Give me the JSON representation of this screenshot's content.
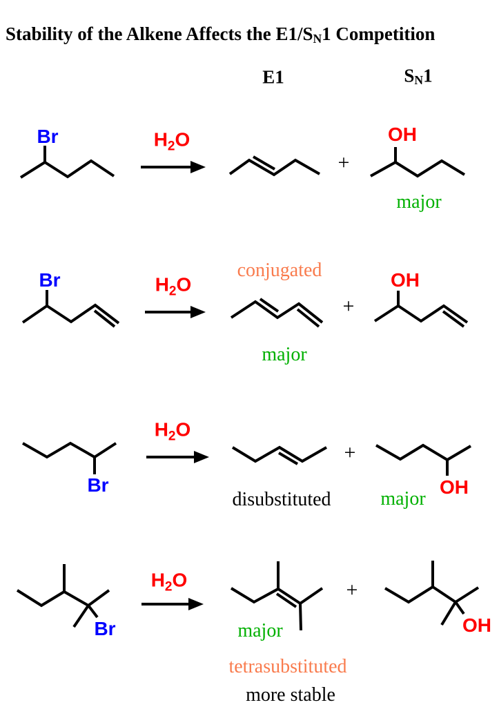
{
  "colors": {
    "background": "#FFFFFF",
    "bond": "#000000",
    "bromine_blue": "#0000FF",
    "reagent_red": "#FF0000",
    "hydroxyl_red": "#FF0000",
    "major_green": "#00B000",
    "highlight_orange": "#F97B4D",
    "text_black": "#000000"
  },
  "title": {
    "part1": "Stability of the Alkene Affects the E1/S",
    "subscript": "N",
    "part2": "1 Competition"
  },
  "column_headers": {
    "e1": "E1",
    "sn1_prefix": "S",
    "sn1_subscript": "N",
    "sn1_suffix": "1"
  },
  "reagent": {
    "h": "H",
    "subscript": "2",
    "o": "O"
  },
  "plus": "+",
  "atom_labels": {
    "bromine": "Br",
    "hydroxyl": "OH"
  },
  "annotations": {
    "row1_sn1_major": "major",
    "row2_conjugated": "conjugated",
    "row2_e1_major": "major",
    "row3_disubstituted": "disubstituted",
    "row3_sn1_major": "major",
    "row4_e1_major": "major",
    "row4_tetrasubstituted": "tetrasubstituted",
    "row4_more_stable": "more stable"
  }
}
